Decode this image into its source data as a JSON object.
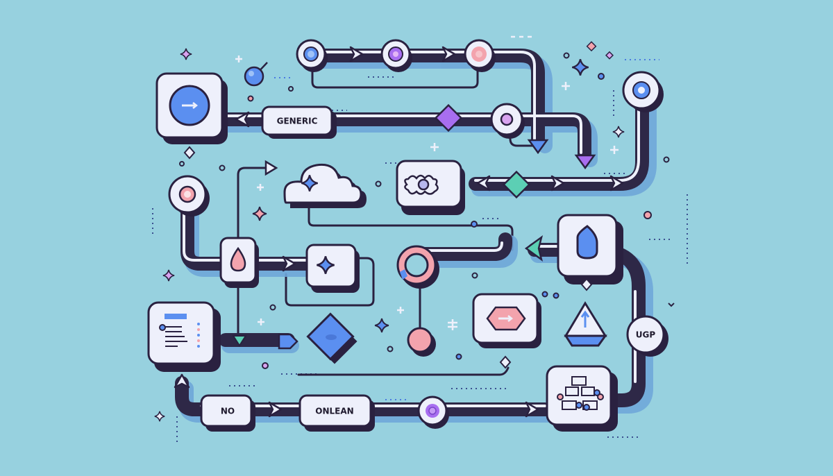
{
  "diagram": {
    "title": "Workflow pipeline illustration",
    "colors": {
      "background": "#97d1df",
      "outline": "#2a2140",
      "pipe": "#2e2847",
      "card": "#eef0fb",
      "shadow": "#6fa7d9",
      "blue": "#5b8ff0",
      "purple": "#a86ef0",
      "pink": "#f3a3ad",
      "teal": "#5ccfb4"
    },
    "labels": {
      "generic": "GENERIC",
      "no": "NO",
      "onlean": "ONLEAN",
      "ugp": "UGP"
    },
    "nodes": [
      {
        "id": "start-card",
        "icon": "arrow-right-circle-icon"
      },
      {
        "id": "generic-pill",
        "label": "GENERIC"
      },
      {
        "id": "top-node-1",
        "icon": "blue-ring-icon"
      },
      {
        "id": "top-node-2",
        "icon": "purple-ring-icon"
      },
      {
        "id": "top-node-3",
        "icon": "pink-ring-icon"
      },
      {
        "id": "mid-node",
        "icon": "purple-dot-icon"
      },
      {
        "id": "right-node",
        "icon": "blue-ring-icon"
      },
      {
        "id": "gear-card",
        "icon": "gear-icon"
      },
      {
        "id": "cloud",
        "icon": "cloud-sparkle-icon"
      },
      {
        "id": "left-node",
        "icon": "pink-ring-icon"
      },
      {
        "id": "drop-card",
        "icon": "pink-drop-icon"
      },
      {
        "id": "sparkle-card",
        "icon": "sparkle-icon"
      },
      {
        "id": "ring-node",
        "icon": "pink-ring-icon"
      },
      {
        "id": "shield-card",
        "icon": "water-drop-icon"
      },
      {
        "id": "doc-card",
        "icon": "document-list-icon"
      },
      {
        "id": "blue-diamond",
        "icon": "diamond-icon"
      },
      {
        "id": "pink-ball",
        "icon": "ball-icon"
      },
      {
        "id": "hex-card",
        "icon": "hexagon-arrow-icon"
      },
      {
        "id": "pyramid",
        "icon": "pyramid-up-arrow-icon"
      },
      {
        "id": "ugp-node",
        "label": "UGP"
      },
      {
        "id": "hierarchy-card",
        "icon": "hierarchy-icon"
      },
      {
        "id": "no-pill",
        "label": "NO"
      },
      {
        "id": "onlean-pill",
        "label": "ONLEAN"
      },
      {
        "id": "bottom-node",
        "icon": "purple-ring-icon"
      }
    ]
  }
}
